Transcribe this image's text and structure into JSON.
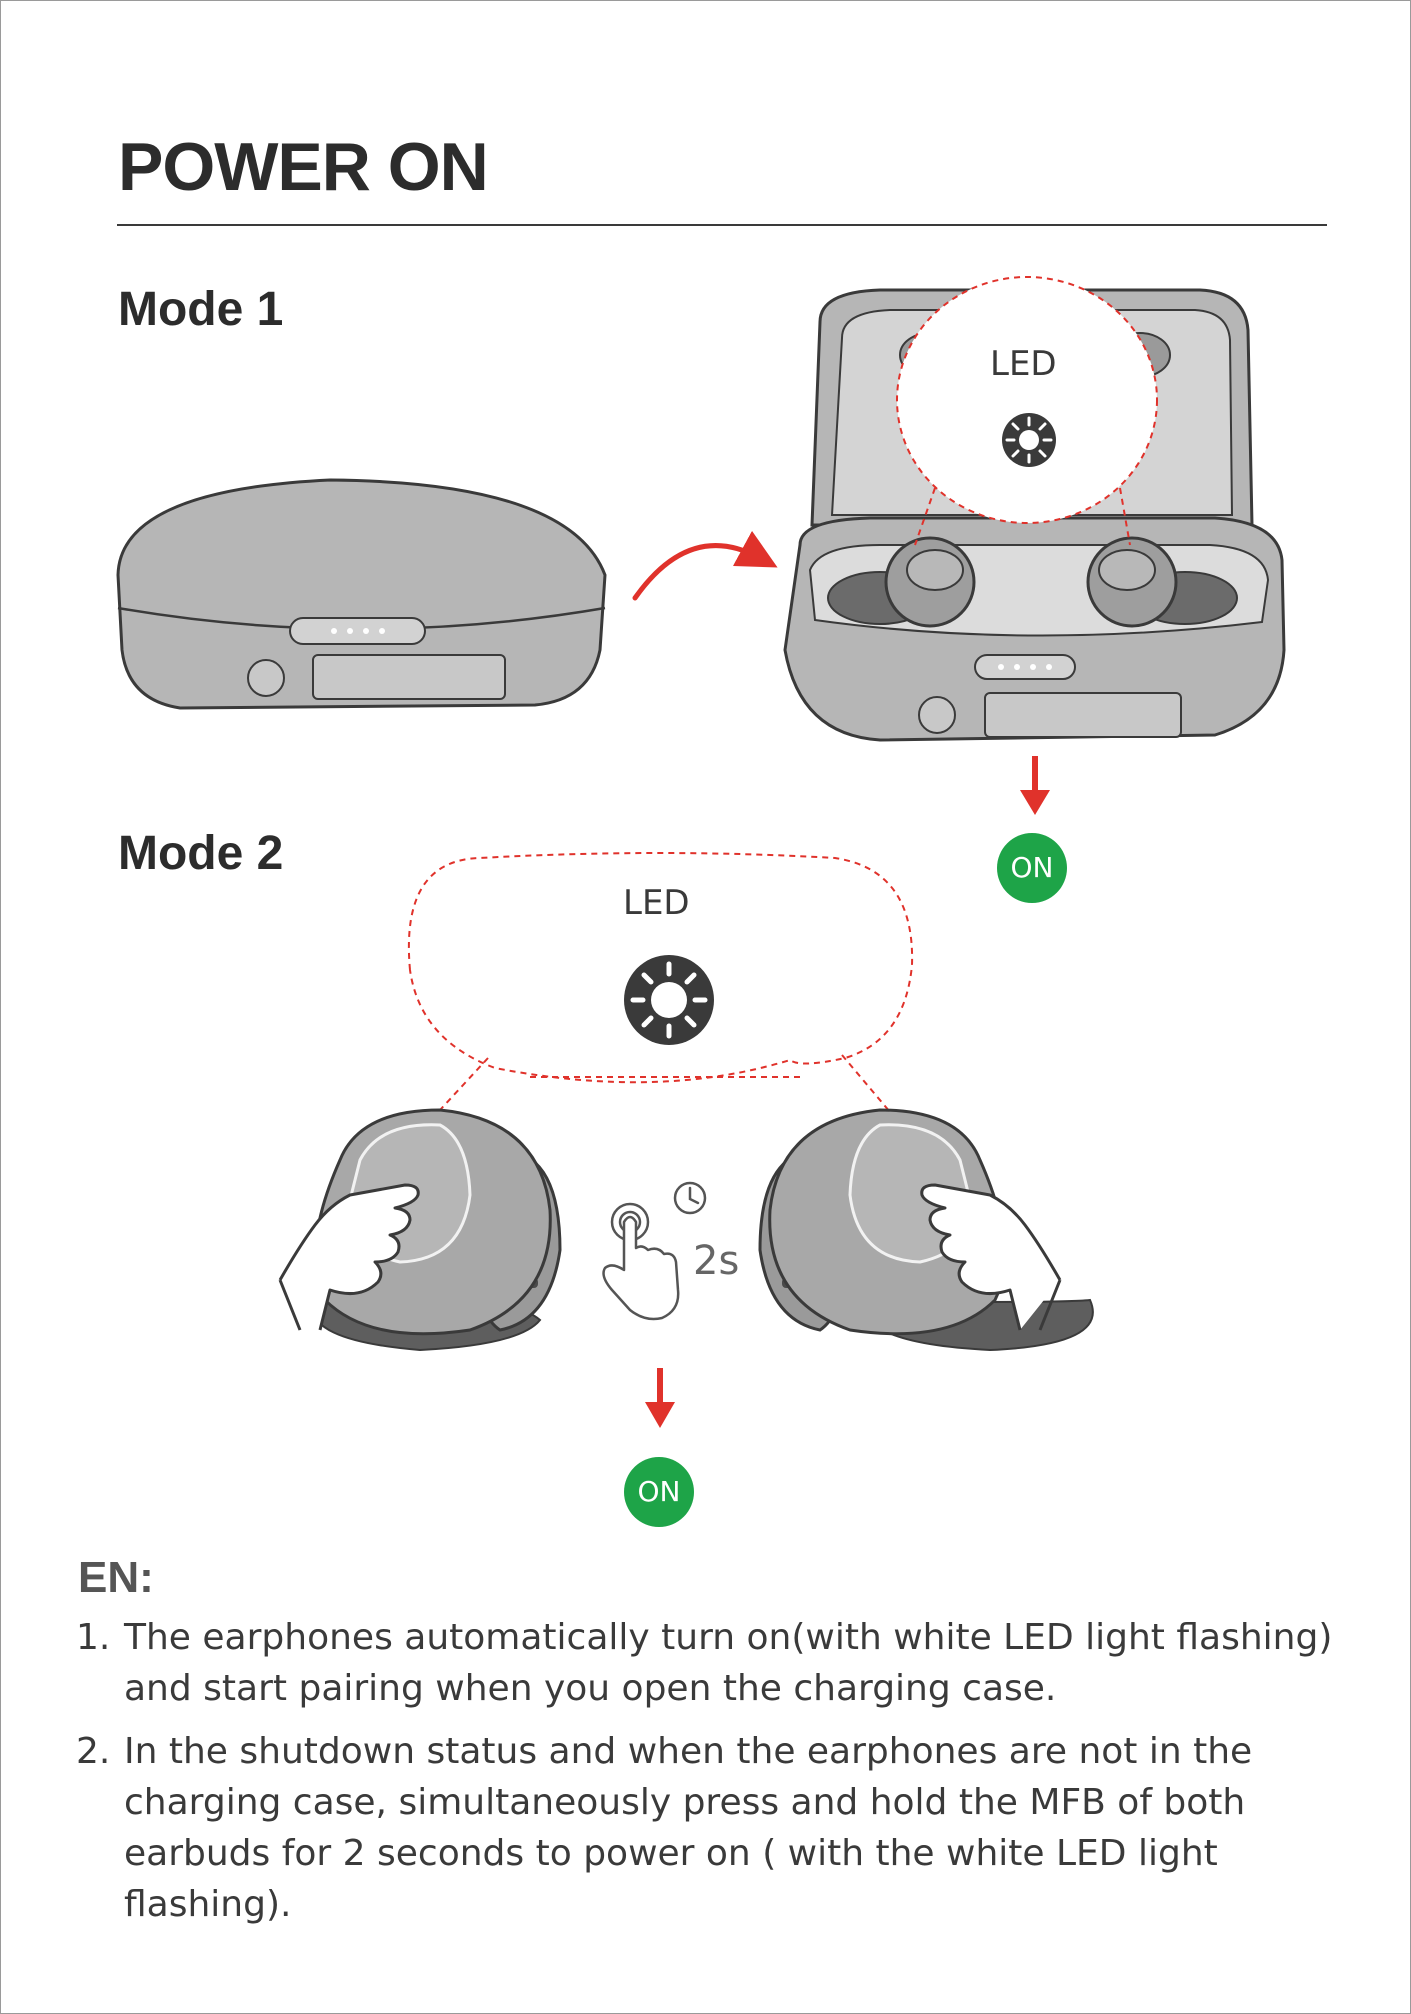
{
  "header": {
    "title": "POWER ON"
  },
  "mode1": {
    "label": "Mode 1",
    "led_label": "LED",
    "on_label": "ON"
  },
  "mode2": {
    "label": "Mode 2",
    "led_label": "LED",
    "hold_time": "2s",
    "on_label": "ON"
  },
  "instructions": {
    "language": "EN:",
    "steps": [
      {
        "num": "1.",
        "text": "The earphones automatically turn on(with white LED light flashing) and start pairing when you open the charging case."
      },
      {
        "num": "2.",
        "text": "In the shutdown status and when the earphones are not in the charging case, simultaneously press and hold the MFB of both earbuds for 2 seconds to power on ( with the white LED light flashing)."
      }
    ]
  },
  "colors": {
    "accent_red": "#e0322b",
    "on_green": "#1ea448",
    "device_gray": "#b4b4b4"
  },
  "icons": [
    "led-light-icon",
    "arrow-icon",
    "finger-press-icon",
    "clock-icon"
  ]
}
